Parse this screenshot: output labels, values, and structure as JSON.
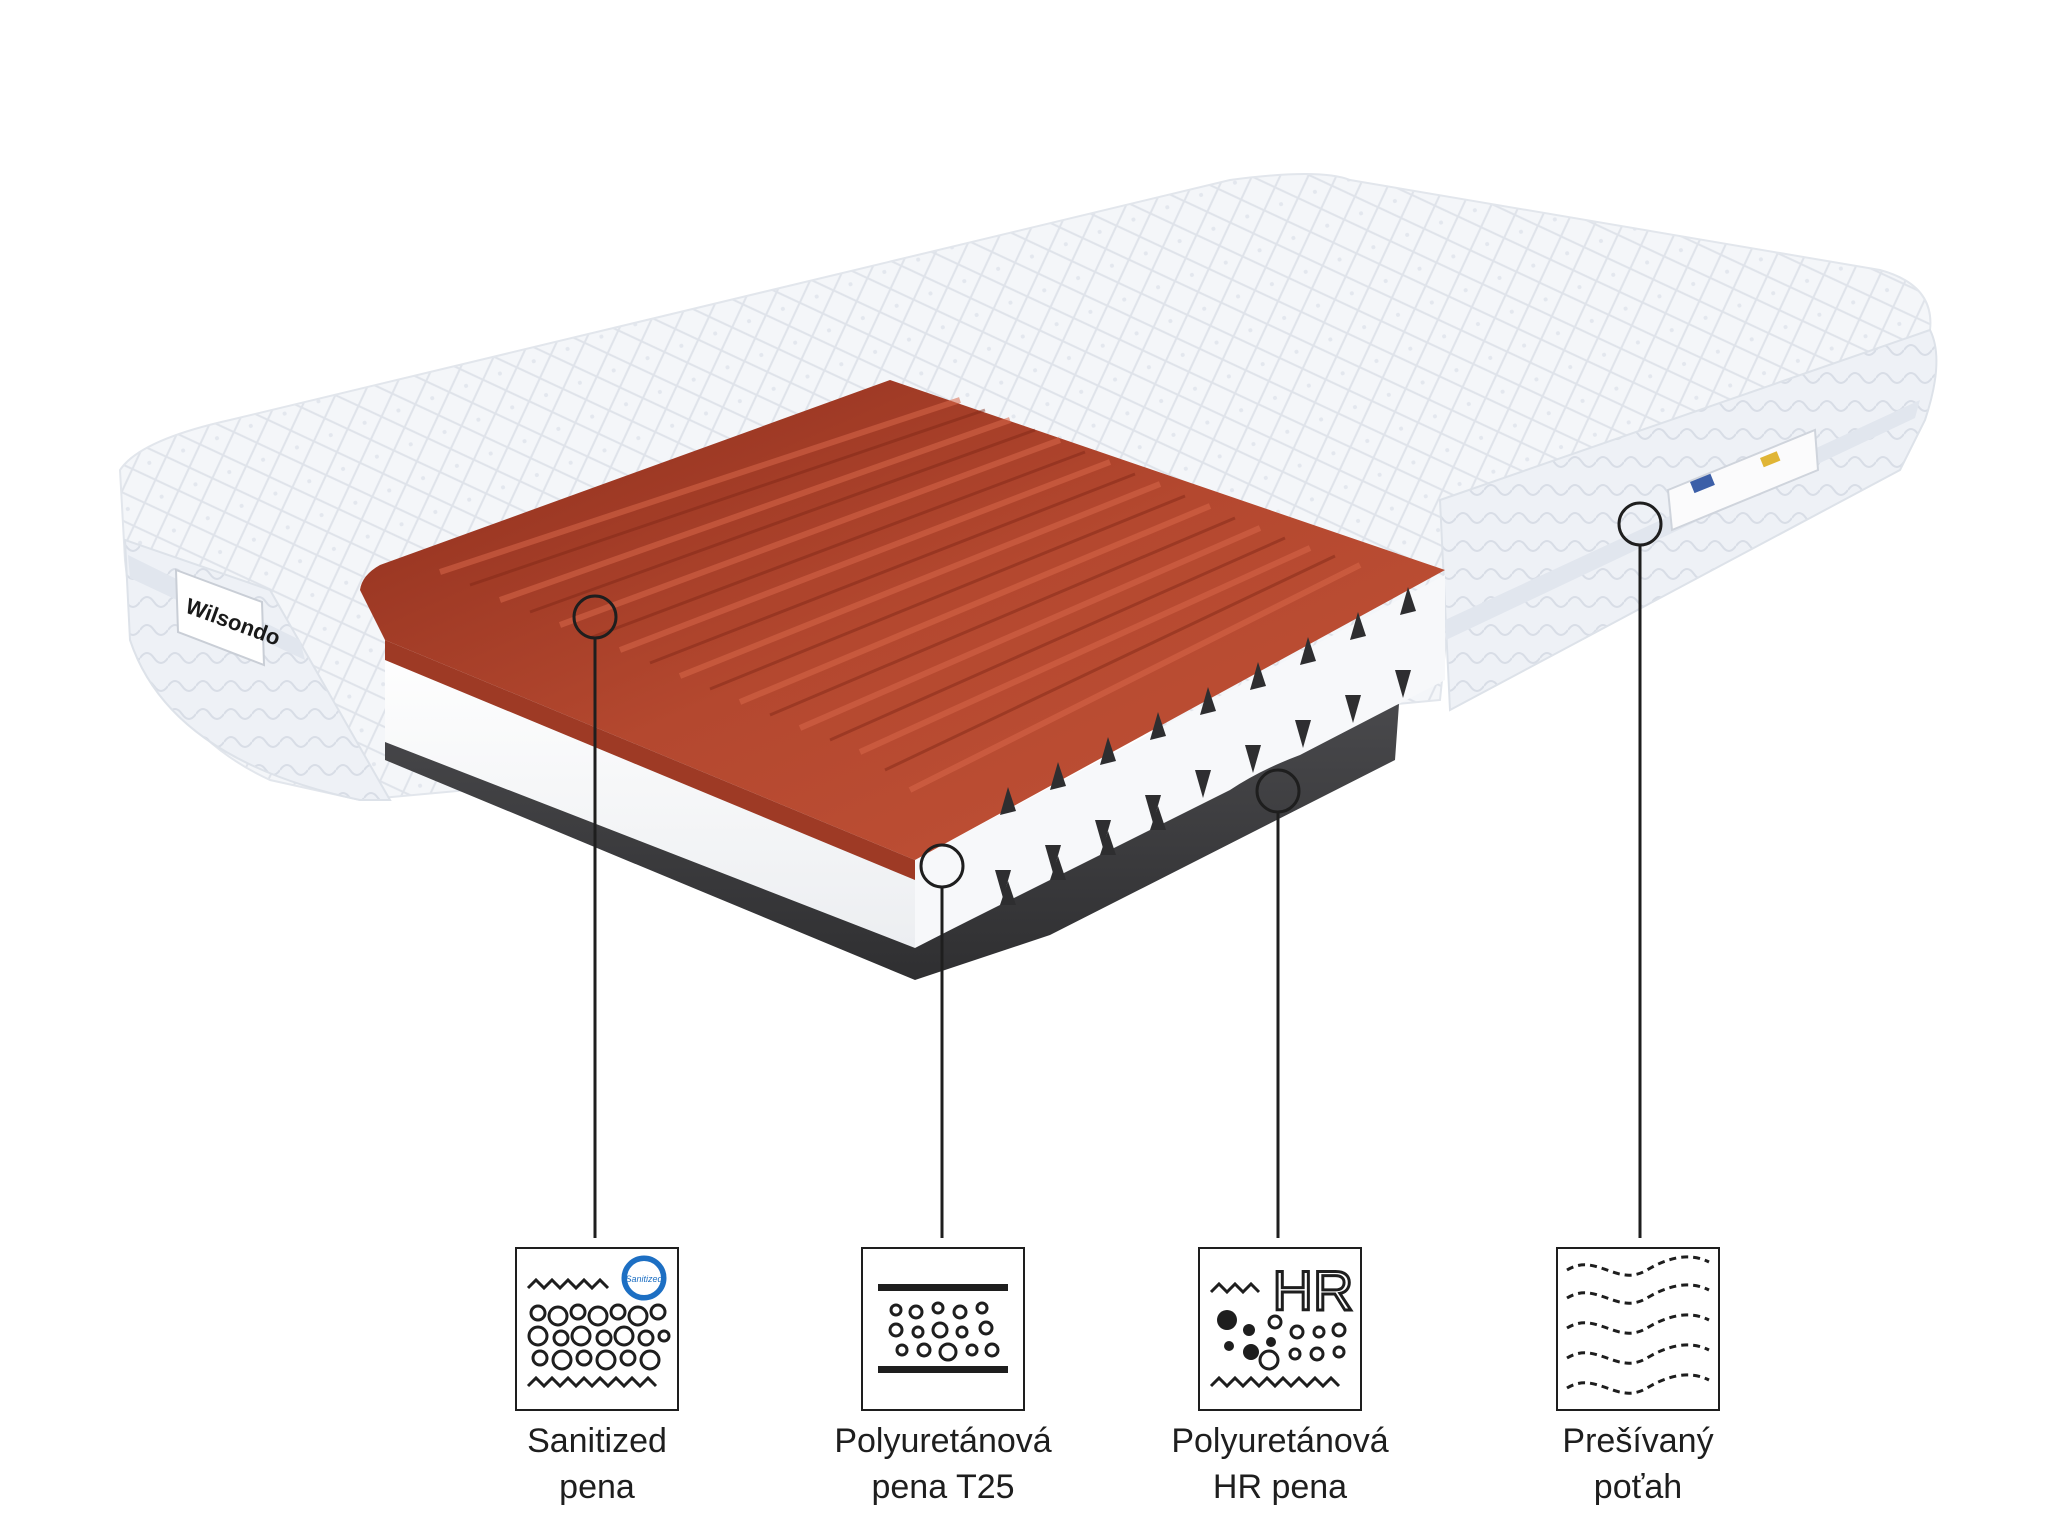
{
  "product": {
    "brand": "Wilsondo",
    "colors": {
      "core_foam": "#b2462e",
      "base_foam": "#3a3a3c",
      "cover": "#f3f5f8",
      "line": "#1e1e1e"
    }
  },
  "layers": [
    {
      "id": "sanitized",
      "icon": "sanitized-foam-icon",
      "badge": "Sanitized",
      "line1": "Sanitized",
      "line2": "pena"
    },
    {
      "id": "t25",
      "icon": "polyurethane-t25-icon",
      "line1": "Polyuretánová",
      "line2": "pena T25"
    },
    {
      "id": "hr",
      "icon": "hr-foam-icon",
      "badge": "HR",
      "line1": "Polyuretánová",
      "line2": "HR pena"
    },
    {
      "id": "cover",
      "icon": "quilted-cover-icon",
      "line1": "Prešívaný",
      "line2": "poťah"
    }
  ]
}
